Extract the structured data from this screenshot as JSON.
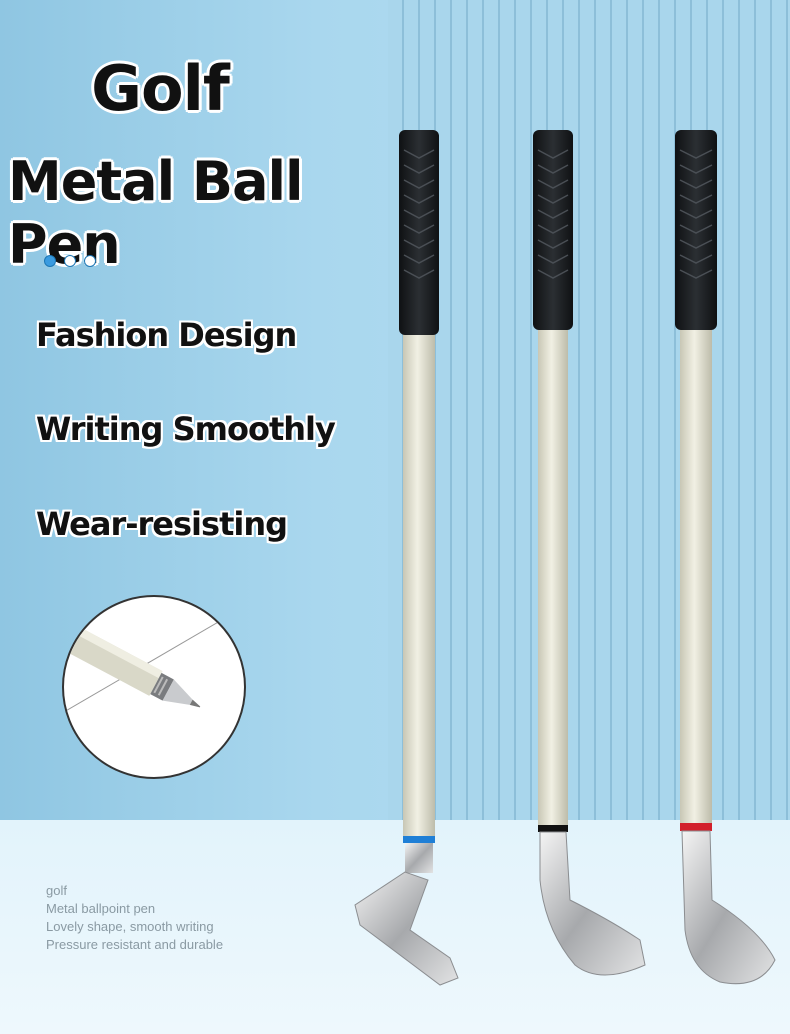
{
  "title": {
    "line1": "Golf",
    "line2": "Metal Ball Pen"
  },
  "features": [
    "Fashion Design",
    "Writing Smoothly",
    "Wear-resisting"
  ],
  "caption": [
    "golf",
    "Metal ballpoint pen",
    "Lovely shape, smooth writing",
    "Pressure resistant and durable"
  ],
  "indicator": {
    "count": 3,
    "active_index": 0
  },
  "colors": {
    "background": "#b3dcee",
    "grip": "#1c1f22",
    "shaft": "#e4e3d4",
    "ring_left": "#1f7fd6",
    "ring_middle": "#111111",
    "ring_right": "#d21f2a"
  }
}
